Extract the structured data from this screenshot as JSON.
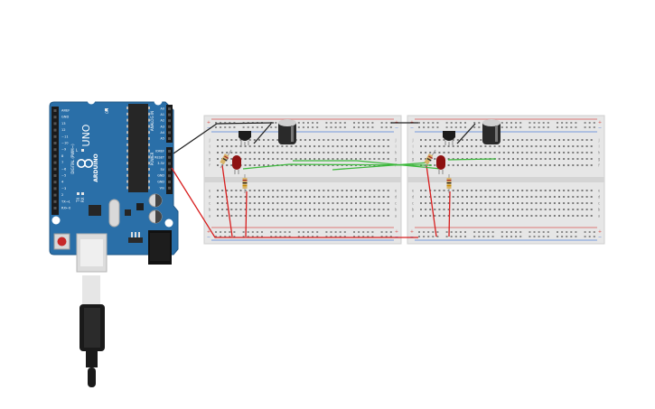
{
  "arduino": {
    "brand": "ARDUINO",
    "model": "UNO",
    "digital_header_label": "DIGITAL (PWM~)",
    "power_header_label": "POWER",
    "analog_header_label": "ANALOG IN",
    "tx_label": "TX",
    "rx_label": "RX",
    "l_label": "L",
    "on_label": "ON",
    "digital_pins": [
      "AREF",
      "GND",
      "13",
      "12",
      "~11",
      "~10",
      "~9",
      "8",
      "7",
      "~6",
      "~5",
      "4",
      "~3",
      "2",
      "TX→1",
      "RX←0"
    ],
    "power_pins": [
      "IOREF",
      "RESET",
      "3.3V",
      "5V",
      "GND",
      "GND",
      "Vin"
    ],
    "analog_pins": [
      "A0",
      "A1",
      "A2",
      "A3",
      "A4",
      "A5"
    ]
  },
  "breadboard": {
    "row_letters": [
      "a",
      "b",
      "c",
      "d",
      "e",
      "f",
      "g",
      "h",
      "i",
      "j"
    ],
    "plus_sign": "+",
    "minus_sign": "−"
  },
  "colors": {
    "board": "#2a6fa8",
    "breadboard": "#e6e6e6",
    "wire_red": "#d81e1e",
    "wire_green": "#3cb83c",
    "wire_black": "#222222",
    "led": "#8e1111",
    "transistor": "#1c1c1c",
    "capacitor": "#2a2a2a",
    "rail_red": "#d9534f",
    "rail_blue": "#4f7fd9"
  }
}
